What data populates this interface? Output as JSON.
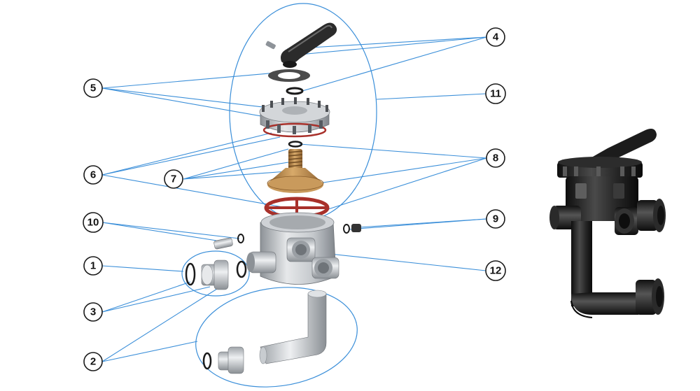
{
  "diagram": {
    "callouts": [
      {
        "id": "c1",
        "label": "1"
      },
      {
        "id": "c2",
        "label": "2"
      },
      {
        "id": "c3",
        "label": "3"
      },
      {
        "id": "c4",
        "label": "4"
      },
      {
        "id": "c5",
        "label": "5"
      },
      {
        "id": "c6",
        "label": "6"
      },
      {
        "id": "c7",
        "label": "7"
      },
      {
        "id": "c8",
        "label": "8"
      },
      {
        "id": "c9",
        "label": "9"
      },
      {
        "id": "c10",
        "label": "10"
      },
      {
        "id": "c11",
        "label": "11"
      },
      {
        "id": "c12",
        "label": "12"
      }
    ],
    "colors": {
      "leader": "#3b8fd9",
      "callout_stroke": "#1a1a1a",
      "part_grey": "#bfc3c8",
      "part_dark": "#2a2a2a",
      "gasket_red": "#a8302a",
      "diffuser_bronze": "#b8864a",
      "assembled_black": "#1c1c1c"
    },
    "icons": [
      "multiport-valve-exploded",
      "multiport-valve-assembled"
    ]
  }
}
